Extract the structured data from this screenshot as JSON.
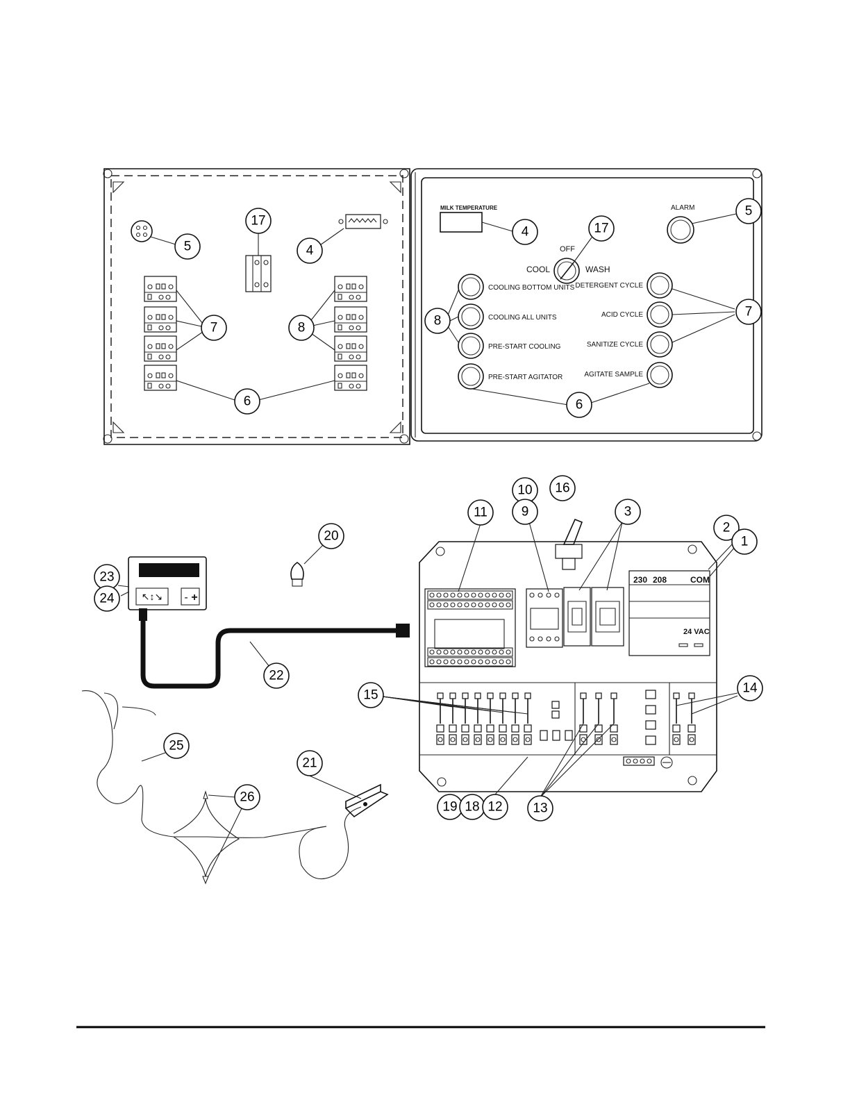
{
  "panel_labels": {
    "milk_temperature": "MILK TEMPERATURE",
    "alarm": "ALARM",
    "off": "OFF",
    "cool": "COOL",
    "wash": "WASH",
    "cooling_bottom_units": "COOLING BOTTOM UNITS",
    "cooling_all_units": "COOLING ALL UNITS",
    "pre_start_cooling": "PRE-START COOLING",
    "pre_start_agitator": "PRE-START AGITATOR",
    "detergent_cycle": "DETERGENT CYCLE",
    "acid_cycle": "ACID CYCLE",
    "sanitize_cycle": "SANITIZE CYCLE",
    "agitate_sample": "AGITATE SAMPLE",
    "v230": "230",
    "v208": "208",
    "com": "COM",
    "vac24": "24 VAC",
    "keypad_nav": "↖↕↘",
    "keypad_minus": "-",
    "keypad_plus": "+"
  },
  "callouts": {
    "c1": "1",
    "c2": "2",
    "c3": "3",
    "c4a": "4",
    "c4b": "4",
    "c5a": "5",
    "c5b": "5",
    "c6a": "6",
    "c6b": "6",
    "c7a": "7",
    "c7b": "7",
    "c8a": "8",
    "c8b": "8",
    "c9": "9",
    "c10": "10",
    "c11": "11",
    "c12": "12",
    "c13": "13",
    "c14": "14",
    "c15": "15",
    "c16": "16",
    "c17a": "17",
    "c17b": "17",
    "c18": "18",
    "c19": "19",
    "c20": "20",
    "c21": "21",
    "c22": "22",
    "c23": "23",
    "c24": "24",
    "c25": "25",
    "c26": "26"
  }
}
